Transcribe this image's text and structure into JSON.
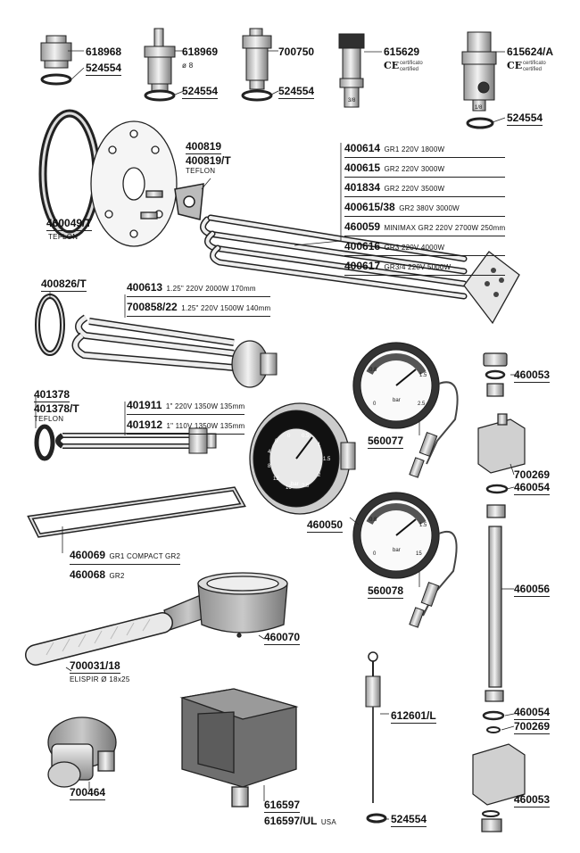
{
  "parts": {
    "p618968": "618968",
    "p524554_a": "524554",
    "p618969": "618969",
    "p618969_note": "ø 8",
    "p524554_b": "524554",
    "p700750": "700750",
    "p524554_c": "524554",
    "p615629": "615629",
    "p615629_cert": "certificato certified",
    "p615629_thread": "3/8",
    "p615624A": "615624/A",
    "p615624A_cert": "certificato certified",
    "p615624A_thread": "1/8",
    "p524554_d": "524554",
    "p460049T": "460049/T",
    "p460049T_note": "TEFLON",
    "p400819": "400819",
    "p400819T": "400819/T",
    "p400819T_note": "TEFLON",
    "p400826T": "400826/T",
    "p401378": "401378",
    "p401378T": "401378/T",
    "p401378T_note": "TEFLON",
    "p460069": "460069",
    "p460069_note": "GR1 COMPACT GR2",
    "p460068": "460068",
    "p460068_note": "GR2",
    "p700031": "700031/18",
    "p700031_note": "ELISPIR Ø 18x25",
    "p700464": "700464",
    "p460070": "460070",
    "p616597": "616597",
    "p616597UL": "616597/UL",
    "p616597UL_note": "USA",
    "p460050": "460050",
    "p560077": "560077",
    "p560078": "560078",
    "p612601L": "612601/L",
    "p524554_e": "524554",
    "p460053_a": "460053",
    "p700269_a": "700269",
    "p460054_a": "460054",
    "p460056": "460056",
    "p460054_b": "460054",
    "p700269_b": "700269",
    "p460053_b": "460053"
  },
  "elements_list": [
    {
      "code": "400614",
      "desc": "GR1 220V 1800W"
    },
    {
      "code": "400615",
      "desc": "GR2 220V 3000W"
    },
    {
      "code": "401834",
      "desc": "GR2 220V 3500W"
    },
    {
      "code": "400615/38",
      "desc": "GR2 380V 3000W"
    },
    {
      "code": "460059",
      "desc": "MINIMAX GR2 220V 2700W 250mm"
    },
    {
      "code": "400616",
      "desc": "GR3 220V 4000W"
    },
    {
      "code": "400617",
      "desc": "GR3/4 220V 5000W"
    }
  ],
  "elements_mid": [
    {
      "code": "400613",
      "desc": "1.25\" 220V 2000W 170mm"
    },
    {
      "code": "700858/22",
      "desc": "1.25\" 220V 1500W 140mm"
    }
  ],
  "elements_small": [
    {
      "code": "401911",
      "desc": "1\" 220V 1350W 135mm"
    },
    {
      "code": "401912",
      "desc": "1\" 110V 1350W 135mm"
    }
  ],
  "gauges": {
    "g460050": {
      "ticks": [
        "0",
        "0.5",
        "1",
        "1.5",
        "2",
        "2.5",
        "8",
        "12",
        "16",
        "4",
        "0"
      ],
      "unit": "bar"
    },
    "g560077": {
      "ticks": [
        "0.8",
        "1.5",
        "2.5",
        "0"
      ],
      "unit": "bar"
    },
    "g560078": {
      "ticks": [
        "0.8",
        "1.5",
        "15",
        "0"
      ],
      "unit": "bar"
    }
  }
}
